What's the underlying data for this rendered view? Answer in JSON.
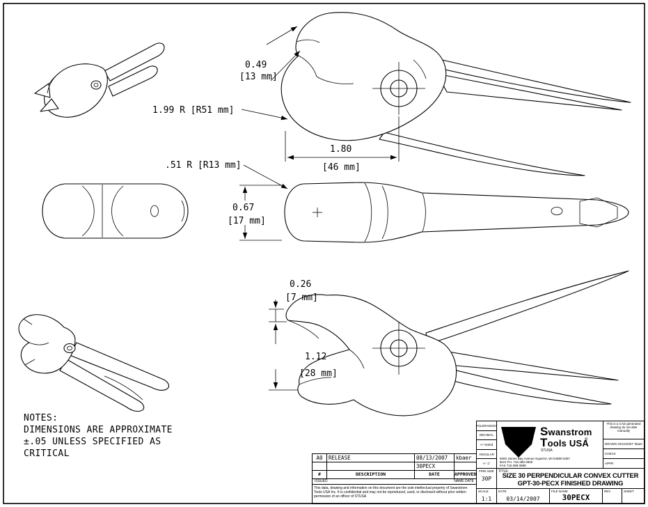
{
  "sheet": {
    "background": "#ffffff",
    "line_color": "#000000"
  },
  "notes": {
    "line1": "NOTES:",
    "line2": "DIMENSIONS ARE APPROXIMATE",
    "line3": "±.05 UNLESS SPECIFIED AS",
    "line4": "CRITICAL"
  },
  "dimensions": {
    "side_top": {
      "jaw_width_in": "0.49",
      "jaw_width_mm": "[13 mm]",
      "head_radius": "1.99 R [R51 mm]",
      "length_in": "1.80",
      "length_mm": "[46 mm]"
    },
    "plan": {
      "head_radius": ".51 R [R13 mm]",
      "height_in": "0.67",
      "height_mm": "[17 mm]"
    },
    "side_bottom": {
      "tip_in": "0.26",
      "tip_mm": "[7 mm]",
      "jaw_in": "1.12",
      "jaw_mm": "[28 mm]"
    }
  },
  "title_block": {
    "revision_table": {
      "rows": [
        {
          "rev": "A0",
          "description": "RELEASE",
          "date": "08/13/2007",
          "approved": "kbaer"
        }
      ],
      "part_number": "30PECX",
      "headers": {
        "num": "#",
        "description": "DESCRIPTION",
        "date": "DATE",
        "approved": "APPROVED"
      }
    },
    "issued_label": "ISSUED",
    "name_date_label": "NAME DATE",
    "legal": "This data, drawing and information on this document are the sole intellectual property of Swanstrom Tools USA Inc. It is confidential and may not be reproduced, used, or disclosed without prior written permission of an officer of STUSA",
    "tolerances": {
      "header": "TOLERANCES",
      "decimal_label": "DECIMAL",
      "decimal_value": "+/- Noted",
      "angular_label": "ANGULAR",
      "angular_value": "+/- 1°"
    },
    "logo": {
      "company_line1": "Swanstrom",
      "company_line2": "Tools USA",
      "registered": "®",
      "abbrev": "STUSA",
      "address_line1": "5000 James Bay Avenue Superior, WI 54880-5367",
      "address_line2": "BUS PH. 715-398-3900",
      "address_line3": "FAX 715-398-3898"
    },
    "cad_note": "This is a CAD generated drawing do not alter manually",
    "approvals": {
      "drawn_label": "DRAWN",
      "drawn_date": "03/14/2007",
      "drawn_by": "kbaer",
      "check_label": "CHECK",
      "appr_label": "APPR"
    },
    "size_label": "FIRE SIZE",
    "size_value": "30P",
    "title_label": "TITLE:",
    "title_line1": "SIZE 30 PERPENDICULAR CONVEX CUTTER",
    "title_line2": "GPT-30-PECX FINISHED DRAWING",
    "bottom": {
      "scale_label": "SCALE",
      "scale_value": "1:1",
      "date_label": "DATE",
      "date_value": "03/14/2007",
      "file_label": "FILE NAME",
      "file_value": "30PECX",
      "rev_label": "REV",
      "sheet_label": "SHEET"
    }
  }
}
